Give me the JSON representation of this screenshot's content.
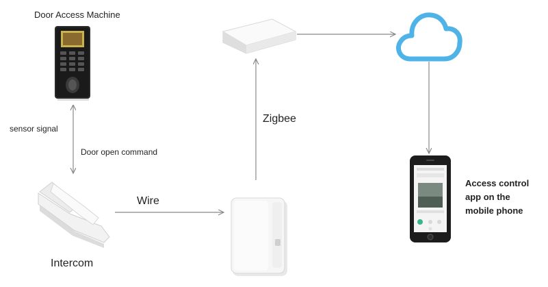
{
  "labels": {
    "door_access_machine": "Door Access Machine",
    "sensor_signal": "sensor signal",
    "door_open_command": "Door open command",
    "wire": "Wire",
    "zigbee": "Zigbee",
    "intercom": "Intercom",
    "app_line1": "Access control",
    "app_line2": "app on the",
    "app_line3": "mobile phone"
  },
  "colors": {
    "cloud_stroke": "#4fb3e8",
    "arrow": "#888888",
    "device_body": "#f4f4f4",
    "phone_body": "#1c1c1c"
  },
  "icons": {
    "door_access": "fingerprint-door-access-machine",
    "router": "zigbee-gateway-router",
    "cloud": "cloud-icon",
    "phone": "smartphone",
    "intercom": "intercom-handset",
    "module": "wireless-module"
  }
}
